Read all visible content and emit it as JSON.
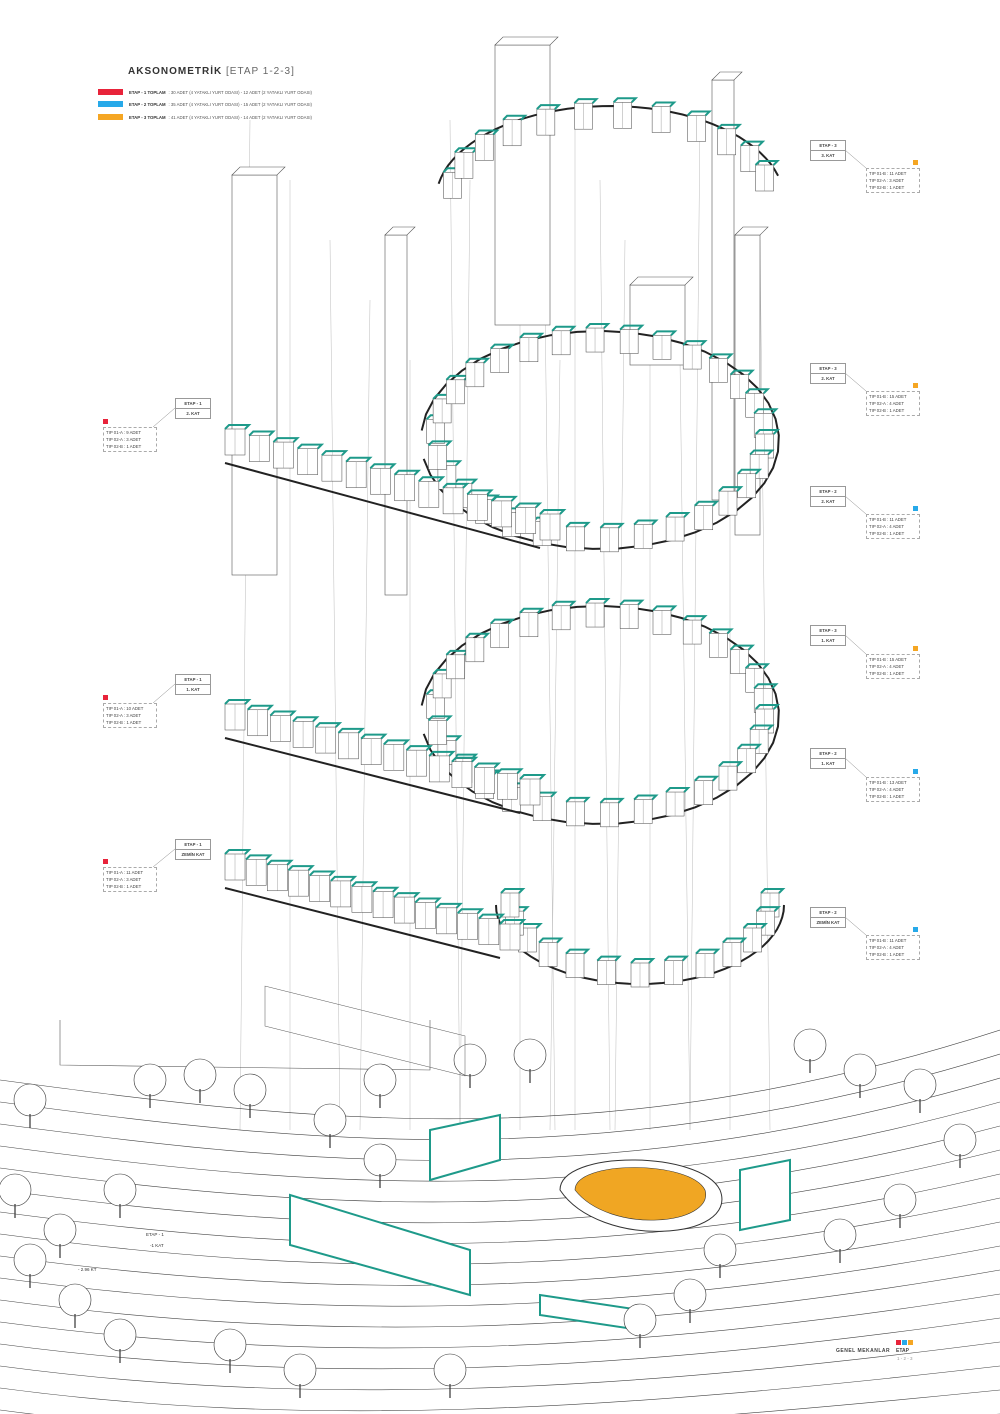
{
  "header": {
    "title_main": "AKSONOMETRİK",
    "title_sub": "[ETAP 1-2-3]"
  },
  "legend": [
    {
      "label": "ETAP - 1  TOPLAM",
      "text": ": 30 ADET (4 YATAKLI YURT ODASI) - 12 ADET (2 YATAKLI YURT ODASI)",
      "color": "#e8233a"
    },
    {
      "label": "ETAP - 2  TOPLAM",
      "text": ": 35 ADET (4 YATAKLI YURT ODASI) - 15 ADET (2 YATAKLI YURT ODASI)",
      "color": "#27a9e9"
    },
    {
      "label": "ETAP - 3  TOPLAM",
      "text": ": 41 ADET (4 YATAKLI YURT ODASI) - 14 ADET (2 YATAKLI YURT ODASI)",
      "color": "#f5a623"
    }
  ],
  "floor_labels": [
    {
      "etap": "ETAP - 3",
      "kat": "3. KAT",
      "items": [
        "TIP 01-B : 11 ADET",
        "TIP 02-A : 3 ADET",
        "TIP 02-B : 1 ADET"
      ],
      "color": "#f5a623"
    },
    {
      "etap": "ETAP - 3",
      "kat": "2. KAT",
      "items": [
        "TIP 01-B : 15 ADET",
        "TIP 02-A : 4 ADET",
        "TIP 02-B : 1 ADET"
      ],
      "color": "#f5a623"
    },
    {
      "etap": "ETAP - 2",
      "kat": "2. KAT",
      "items": [
        "TIP 01-B : 11 ADET",
        "TIP 02-A : 4 ADET",
        "TIP 02-B : 1 ADET"
      ],
      "color": "#27a9e9"
    },
    {
      "etap": "ETAP - 3",
      "kat": "1. KAT",
      "items": [
        "TIP 01-B : 15 ADET",
        "TIP 02-A : 4 ADET",
        "TIP 02-B : 1 ADET"
      ],
      "color": "#f5a623"
    },
    {
      "etap": "ETAP - 2",
      "kat": "1. KAT",
      "items": [
        "TIP 01-B : 13 ADET",
        "TIP 02-A : 4 ADET",
        "TIP 02-B : 1 ADET"
      ],
      "color": "#27a9e9"
    },
    {
      "etap": "ETAP - 2",
      "kat": "ZEMİN KAT",
      "items": [
        "TIP 01-B : 11 ADET",
        "TIP 02-A : 4 ADET",
        "TIP 02-B : 1 ADET"
      ],
      "color": "#27a9e9"
    },
    {
      "etap": "ETAP - 1",
      "kat": "2. KAT",
      "items": [
        "TIP 01-A : 9 ADET",
        "TIP 02-A : 3 ADET",
        "TIP 02-B : 1 ADET"
      ],
      "color": "#e8233a"
    },
    {
      "etap": "ETAP - 1",
      "kat": "1. KAT",
      "items": [
        "TIP 01-A : 10 ADET",
        "TIP 02-A : 3 ADET",
        "TIP 02-B : 1 ADET"
      ],
      "color": "#e8233a"
    },
    {
      "etap": "ETAP - 1",
      "kat": "ZEMİN KAT",
      "items": [
        "TIP 01-A : 11 ADET",
        "TIP 02-A : 3 ADET",
        "TIP 02-B : 1 ADET"
      ],
      "color": "#e8233a"
    }
  ],
  "site_labels": {
    "etap": "ETAP - 1",
    "kat": "-1 KAT",
    "level": "- 2.96 KT"
  },
  "footer": {
    "left": "GENEL MEKANLAR",
    "right": "ETAP",
    "sub": "1 - 2 - 3"
  },
  "colors": {
    "room_outline": "#1e9a8a",
    "plaza": "#f0a623",
    "line": "#333333"
  }
}
